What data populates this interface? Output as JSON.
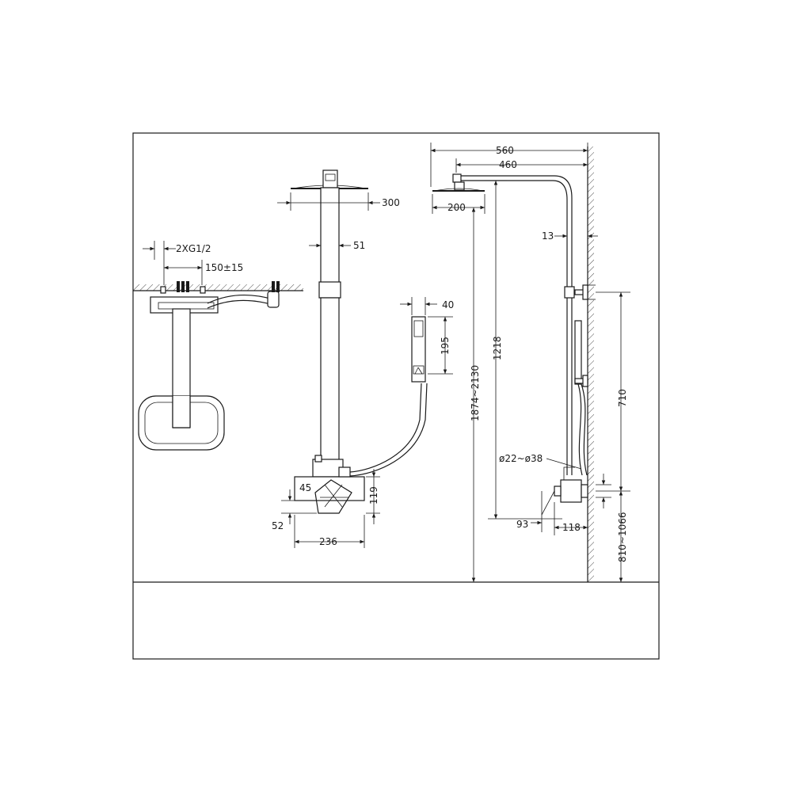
{
  "colors": {
    "line": "#1a1a1a",
    "background": "#ffffff"
  },
  "top_view": {
    "inlet_label": "2XG1/2",
    "spacing_label": "150±15"
  },
  "front_view": {
    "head_width_label": "300",
    "pipe_dia_label": "51",
    "handset_width_label": "40",
    "handset_length_label": "195",
    "body_offset_label": "45",
    "body_height_label": "119",
    "body_depth_label": "52",
    "body_width_label": "236"
  },
  "side_view": {
    "overall_reach_label": "560",
    "arm_length_label": "460",
    "head_size_label": "200",
    "wall_gap_label": "13",
    "overall_height_label": "1874~2130",
    "column_height_label": "1218",
    "bracket_height_label": "710",
    "hose_dia_label": "ø22~ø38",
    "valve_offset_label": "93",
    "valve_depth_label": "118",
    "valve_height_label": "810~1066"
  }
}
